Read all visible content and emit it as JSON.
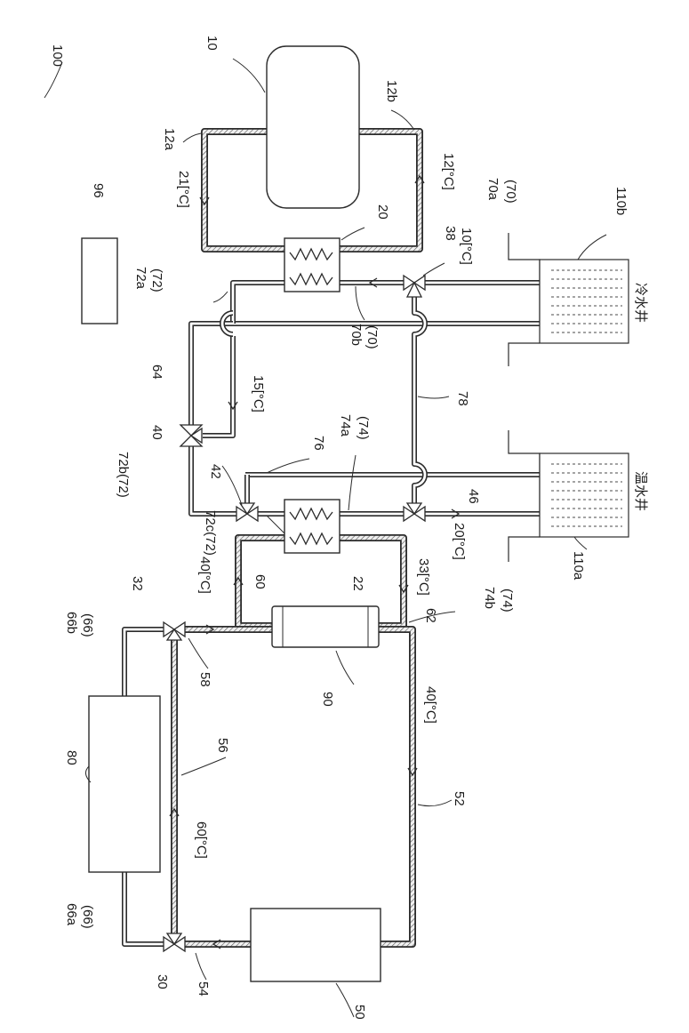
{
  "labels": {
    "system": "100",
    "unit_10": "10",
    "pipe_12a": "12a",
    "pipe_12b": "12b",
    "temp_21": "21[°C]",
    "temp_12": "12[°C]",
    "box_96": "96",
    "hx_20": "20",
    "valve_38": "38",
    "temp_10": "10[°C]",
    "pipe_70a": "70a",
    "pipe_70a_sub": "(70)",
    "tank_110b": "110b",
    "pipe_72a": "72a",
    "pipe_72a_sub": "(72)",
    "pipe_70b": "70b",
    "pipe_70b_sub": "(70)",
    "cold_well": "冷水井",
    "pipe_64": "64",
    "temp_15": "15[°C]",
    "pipe_78": "78",
    "pipe_76": "76",
    "pipe_74a": "74a",
    "pipe_74a_sub": "(74)",
    "valve_40": "40",
    "valve_42": "42",
    "valve_46": "46",
    "pipe_72b": "72b(72)",
    "pipe_72c": "72c(72)",
    "hot_well": "温水井",
    "temp_40_top": "40[°C]",
    "pipe_60": "60",
    "hx_22": "22",
    "temp_33": "33[°C]",
    "temp_20": "20[°C]",
    "tank_110a": "110a",
    "pipe_62": "62",
    "pipe_74b": "74b",
    "pipe_74b_sub": "(74)",
    "valve_32": "32",
    "pipe_66b": "66b",
    "pipe_66b_sub": "(66)",
    "pipe_58": "58",
    "unit_90": "90",
    "temp_40_right": "40[°C]",
    "unit_80": "80",
    "pipe_56": "56",
    "temp_60": "60[°C]",
    "pipe_52": "52",
    "pipe_66a": "66a",
    "pipe_66a_sub": "(66)",
    "valve_30": "30",
    "pipe_54": "54",
    "unit_50": "50"
  }
}
